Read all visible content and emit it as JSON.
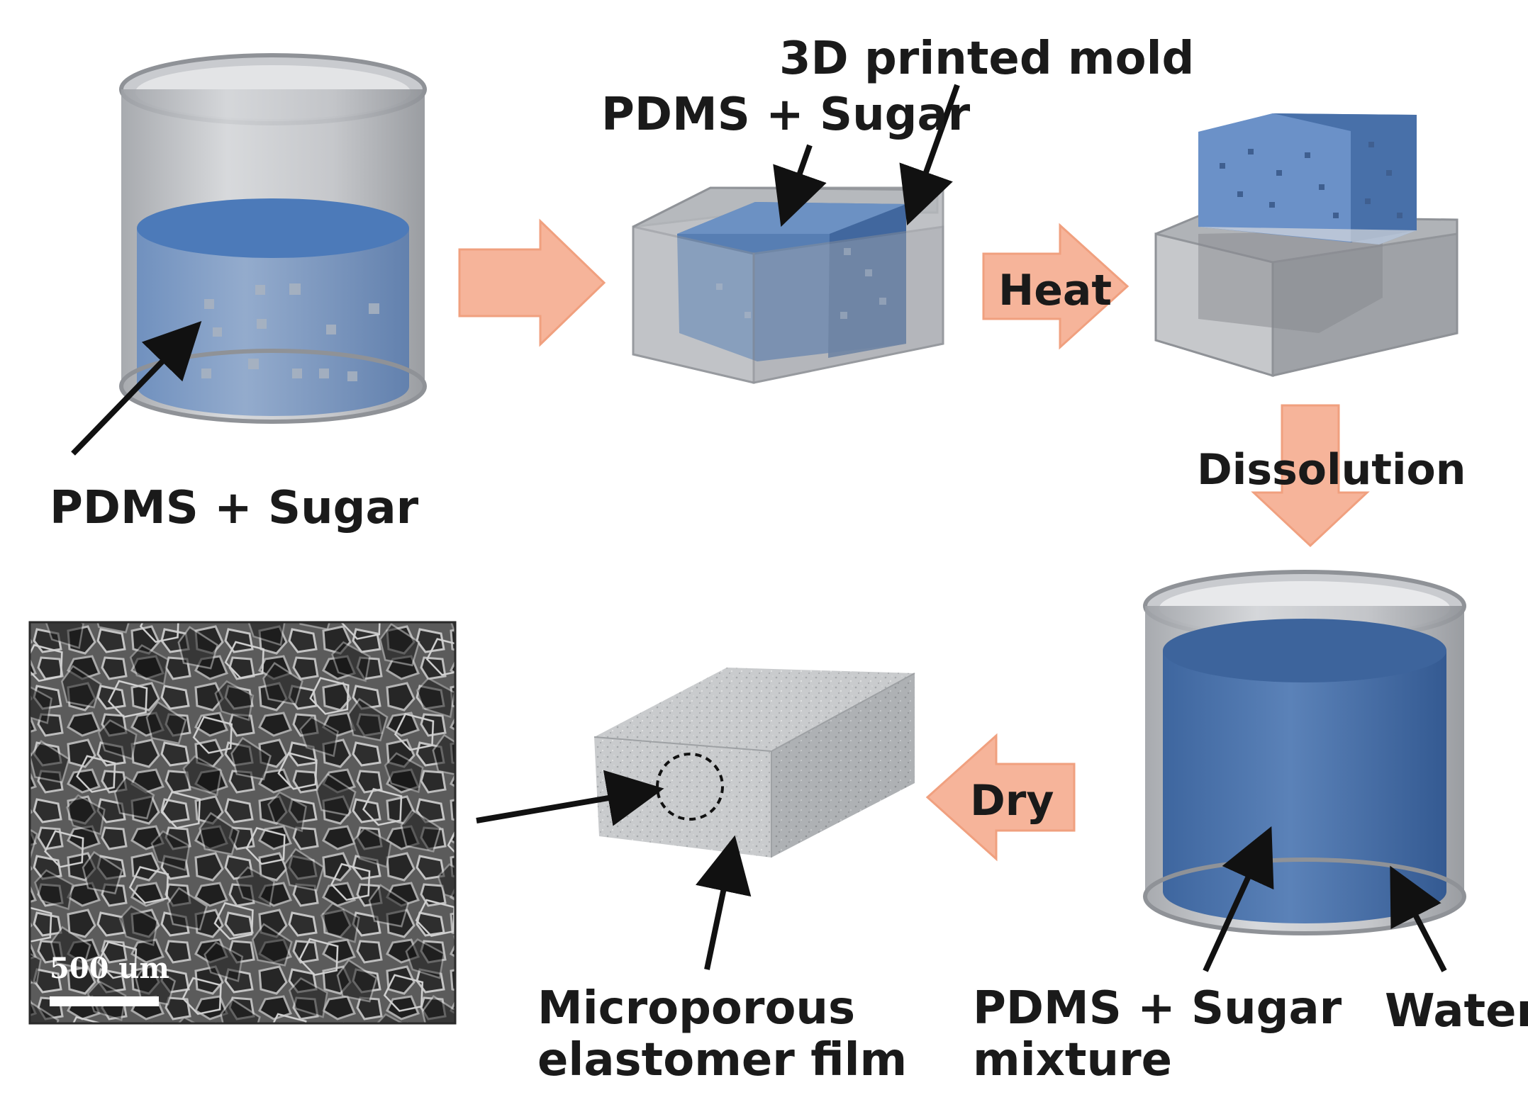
{
  "labels": {
    "beaker_left": "PDMS + Sugar",
    "mold_mix": "PDMS + Sugar",
    "mold": "3D printed mold",
    "heat": "Heat",
    "dissolution": "Dissolution",
    "dry": "Dry",
    "film_line1": "Microporous",
    "film_line2": "elastomer film",
    "mixture_line1": "PDMS + Sugar",
    "mixture_line2": "mixture",
    "water": "Water",
    "scale_bar": "500 um"
  },
  "colors": {
    "process_arrow": "#f6b49a",
    "process_arrow_stroke": "#f0a07f",
    "liquid_blue": "#4f79b8",
    "glass_gray": "#b9bcc1",
    "sem_dark": "#3a3a3a"
  }
}
